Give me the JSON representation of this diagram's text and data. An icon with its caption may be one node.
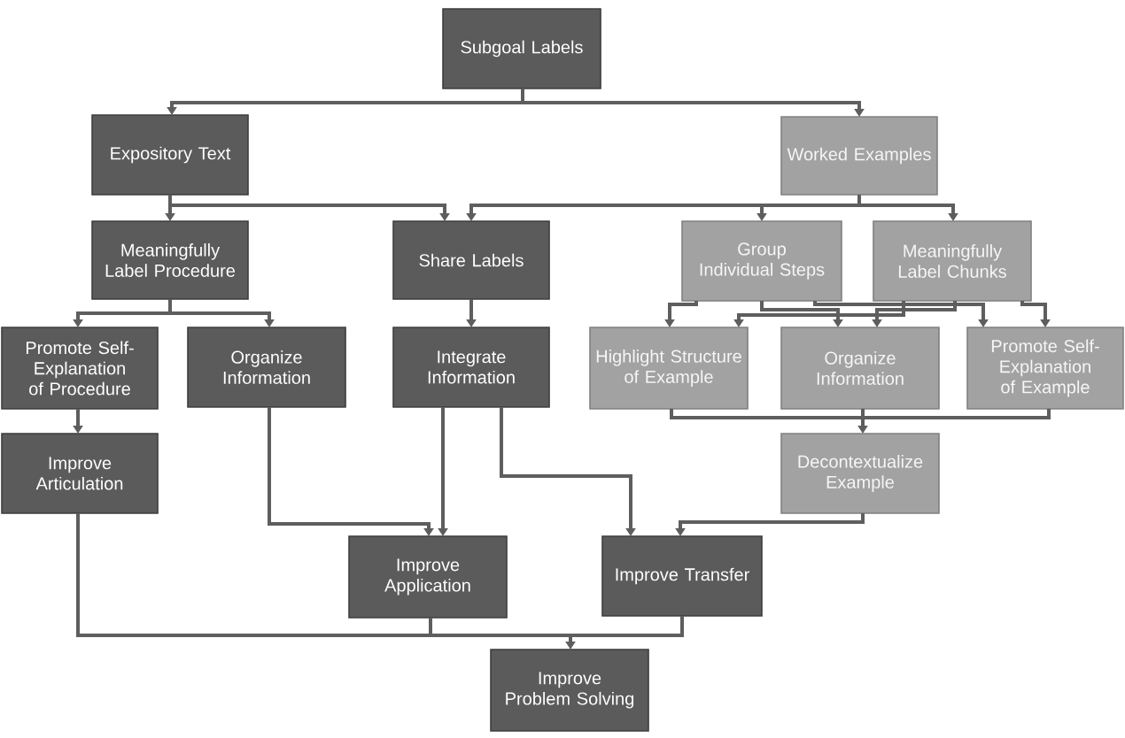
{
  "diagram": {
    "nodes": [
      {
        "text": [
          "Subgoal Labels"
        ]
      },
      {
        "text": [
          "Expository Text"
        ]
      },
      {
        "text": [
          "Worked Examples"
        ]
      },
      {
        "text": [
          "Meaningfully Label Procedure"
        ]
      },
      {
        "text": [
          "Share Labels"
        ]
      },
      {
        "text": [
          "Group Individual Steps"
        ]
      },
      {
        "text": [
          "Meaningfully Label Chunks"
        ]
      },
      {
        "text": [
          "Promote Self-Explanation of Procedure"
        ]
      },
      {
        "text": [
          "Organize Information"
        ]
      },
      {
        "text": [
          "Integrate Information"
        ]
      },
      {
        "text": [
          "Highlight Structure of Example"
        ]
      },
      {
        "text": [
          "Organize Information"
        ]
      },
      {
        "text": [
          "Promote Self-Explanation of Example"
        ]
      },
      {
        "text": [
          "Improve Articulation"
        ]
      },
      {
        "text": [
          "Decontextualize Example"
        ]
      },
      {
        "text": [
          "Improve Application"
        ]
      },
      {
        "text": [
          "Improve Transfer"
        ]
      },
      {
        "text": [
          "Improve Problem Solving"
        ]
      }
    ],
    "edges": [
      {
        "from": 0,
        "to": 1,
        "arrow": "to"
      },
      {
        "from": 0,
        "to": 2,
        "arrow": "to"
      },
      {
        "from": 1,
        "to": 3,
        "arrow": "to"
      },
      {
        "from": 1,
        "to": 4,
        "arrow": "to"
      },
      {
        "from": 2,
        "to": 4,
        "arrow": "to"
      },
      {
        "from": 2,
        "to": 5,
        "arrow": "to"
      },
      {
        "from": 2,
        "to": 6,
        "arrow": "to"
      },
      {
        "from": 3,
        "to": 7,
        "arrow": "to"
      },
      {
        "from": 3,
        "to": 8,
        "arrow": "to"
      },
      {
        "from": 4,
        "to": 9,
        "arrow": "to"
      },
      {
        "from": 5,
        "to": 10,
        "arrow": "to"
      },
      {
        "from": 5,
        "to": 11,
        "arrow": "to"
      },
      {
        "from": 5,
        "to": 12,
        "arrow": "to"
      },
      {
        "from": 6,
        "to": 10,
        "arrow": "to"
      },
      {
        "from": 6,
        "to": 11,
        "arrow": "to"
      },
      {
        "from": 6,
        "to": 12,
        "arrow": "to"
      },
      {
        "from": 7,
        "to": 13,
        "arrow": "to"
      },
      {
        "from": 8,
        "to": 15,
        "arrow": "to"
      },
      {
        "from": 9,
        "to": 15,
        "arrow": "to"
      },
      {
        "from": 9,
        "to": 16,
        "arrow": "to"
      },
      {
        "from": 10,
        "to": 14,
        "arrow": "to"
      },
      {
        "from": 11,
        "to": 14,
        "arrow": "to"
      },
      {
        "from": 12,
        "to": 14,
        "arrow": "to"
      },
      {
        "from": 14,
        "to": 16,
        "arrow": "to"
      },
      {
        "from": 13,
        "to": 17,
        "arrow": "to"
      },
      {
        "from": 15,
        "to": 17,
        "arrow": "to"
      },
      {
        "from": 16,
        "to": 17,
        "arrow": "to"
      }
    ]
  }
}
